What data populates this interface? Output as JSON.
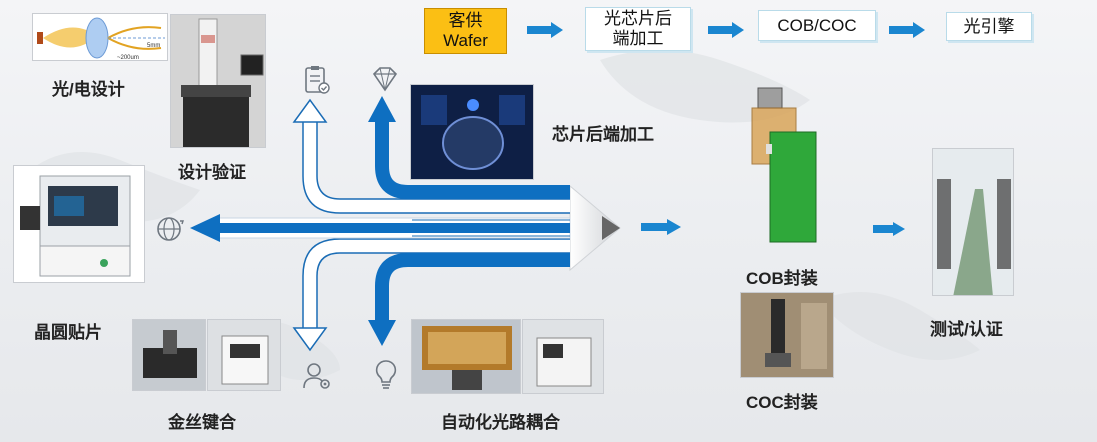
{
  "flow": {
    "steps": [
      {
        "line1": "客供",
        "line2": "Wafer"
      },
      {
        "line1": "光芯片后",
        "line2": "端加工"
      },
      {
        "line1": "COB/COC",
        "line2": ""
      },
      {
        "line1": "光引擎",
        "line2": ""
      }
    ]
  },
  "labels": {
    "optical_design": "光/电设计",
    "design_verify": "设计验证",
    "chip_backend": "芯片后端加工",
    "die_attach": "晶圆贴片",
    "wire_bond": "金丝键合",
    "auto_coupling": "自动化光路耦合",
    "cob_package": "COB封装",
    "coc_package": "COC封装",
    "test_cert": "测试/认证"
  },
  "diagram": {
    "scale_text": "5mm",
    "scale_text2": "~200um"
  },
  "colors": {
    "arrow_blue": "#0e6fc1",
    "flow_box_accent": "#fbbf14",
    "small_arrow": "#1a86d0"
  }
}
